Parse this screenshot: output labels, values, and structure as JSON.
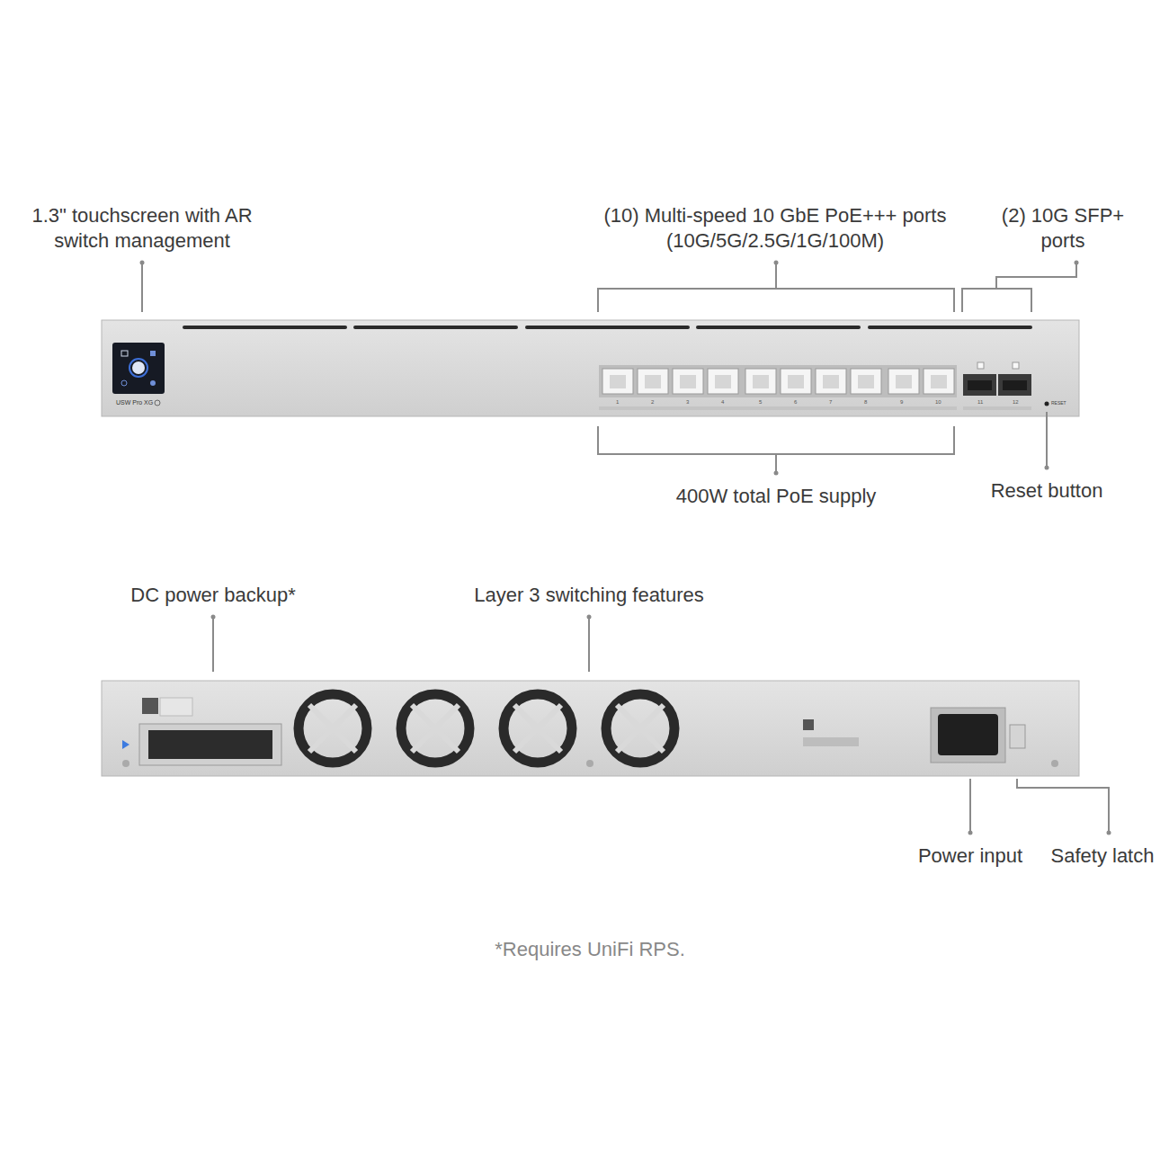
{
  "diagram": {
    "labels": [
      "1.3\" touchscreen with AR switch management",
      "(10) Multi-speed 10 GbE PoE+++ ports (10G/5G/2.5G/1G/100M)",
      "(2) 10G SFP+ ports",
      "400W total PoE supply",
      "Reset button",
      "DC power backup*",
      "Layer 3 switching features",
      "Power input",
      "Safety latch",
      "*Requires UniFi RPS.",
      "USW Pro XG",
      "RESET",
      "1",
      "2",
      "3",
      "4",
      "5",
      "6",
      "7",
      "8",
      "9",
      "10",
      "11",
      "12"
    ]
  }
}
